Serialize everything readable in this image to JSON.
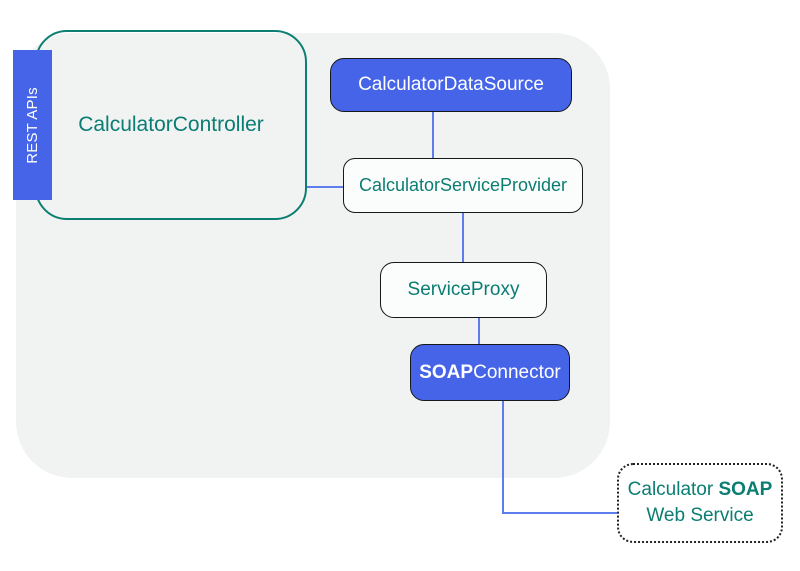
{
  "diagram": {
    "nodes": {
      "rest_apis": {
        "label": "REST APIs"
      },
      "controller": {
        "label": "CalculatorController"
      },
      "data_source": {
        "label": "CalculatorDataSource"
      },
      "service_provider": {
        "label": "CalculatorServiceProvider"
      },
      "service_proxy": {
        "label": "ServiceProxy"
      },
      "soap_connector": {
        "label_bold": "SOAP",
        "label_rest": "Connector"
      },
      "soap_web_service": {
        "line1_text": "Calculator ",
        "line1_bold": "SOAP",
        "line2_text": "Web Service"
      }
    },
    "edges": [
      {
        "from": "CalculatorController",
        "to": "CalculatorServiceProvider"
      },
      {
        "from": "CalculatorDataSource",
        "to": "CalculatorServiceProvider"
      },
      {
        "from": "CalculatorServiceProvider",
        "to": "ServiceProxy"
      },
      {
        "from": "ServiceProxy",
        "to": "SOAPConnector"
      },
      {
        "from": "SOAPConnector",
        "to": "Calculator SOAP Web Service"
      }
    ],
    "colors": {
      "accent_blue": "#4664e8",
      "connector_blue": "#5e7cee",
      "teal": "#0b7d72",
      "panel_gray": "#f1f3f3",
      "node_light_fill": "#fbfcfc",
      "border_dark": "#15181c"
    }
  }
}
